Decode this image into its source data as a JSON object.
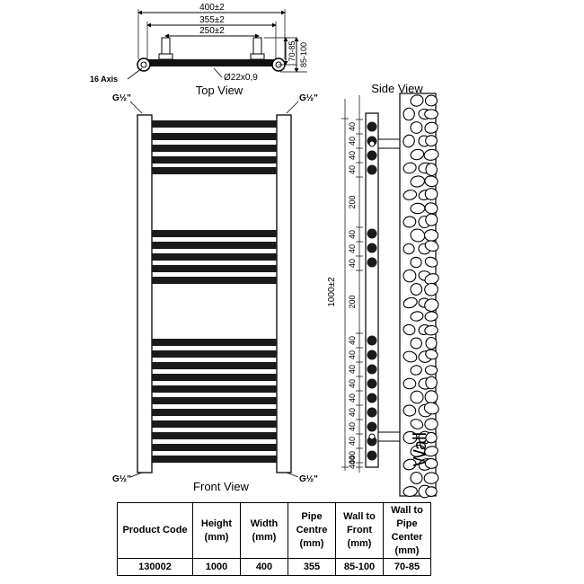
{
  "top_view": {
    "title": "Top View",
    "dim_overall": "400±2",
    "dim_outer": "355±2",
    "dim_inner": "250±2",
    "dim_depth_1": "70-85",
    "dim_depth_2": "85-100",
    "axis_label": "16 Axis",
    "pipe_label": "Ø22x0,9"
  },
  "front_view": {
    "title": "Front View",
    "port_top_left": "G½\"",
    "port_top_right": "G½\"",
    "port_bottom_left": "G½\"",
    "port_bottom_right": "G½\""
  },
  "side_view": {
    "title": "Side View",
    "total_height": "1000±2",
    "spacing_labels": [
      "40",
      "40",
      "40",
      "40",
      "200",
      "40",
      "40",
      "40",
      "200",
      "40",
      "40",
      "40",
      "40",
      "40",
      "40",
      "40",
      "40",
      "40",
      "40",
      "40"
    ],
    "wall_label": "Wall"
  },
  "spec_table": {
    "headers": [
      "Product  Code",
      "Height (mm)",
      "Width (mm)",
      "Pipe Centre (mm)",
      "Wall to Front (mm)",
      "Wall to Pipe Center (mm)"
    ],
    "rows": [
      [
        "130002",
        "1000",
        "400",
        "355",
        "85-100",
        "70-85"
      ]
    ]
  }
}
